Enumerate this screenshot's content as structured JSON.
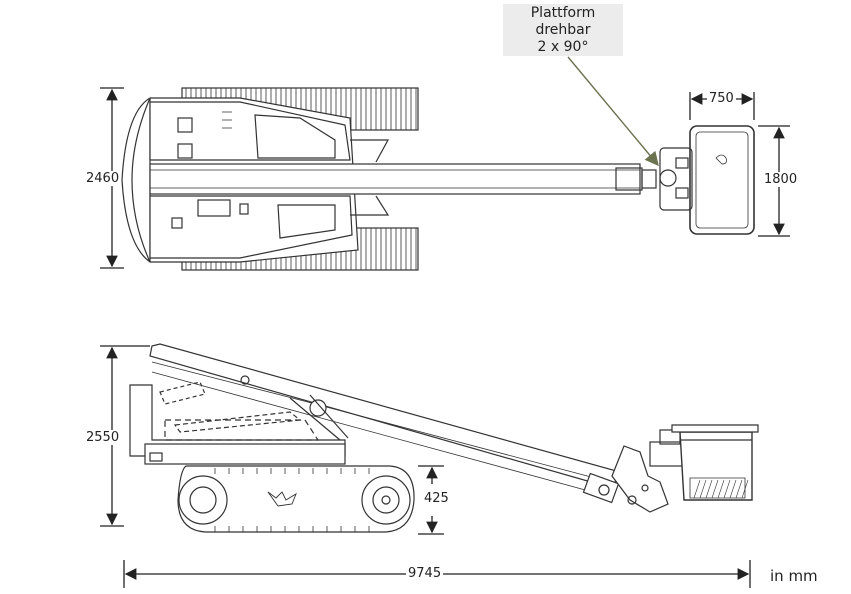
{
  "callout": {
    "lines": [
      "Plattform",
      "drehbar",
      "2 x 90°"
    ]
  },
  "dimensions": {
    "top_height": "2460",
    "platform_width": "750",
    "platform_depth": "1800",
    "side_height": "2550",
    "track_height": "425",
    "total_length": "9745"
  },
  "unit": "in mm",
  "colors": {
    "line": "#333333",
    "arrow": "#6b7350",
    "callout_bg": "#ececec"
  }
}
